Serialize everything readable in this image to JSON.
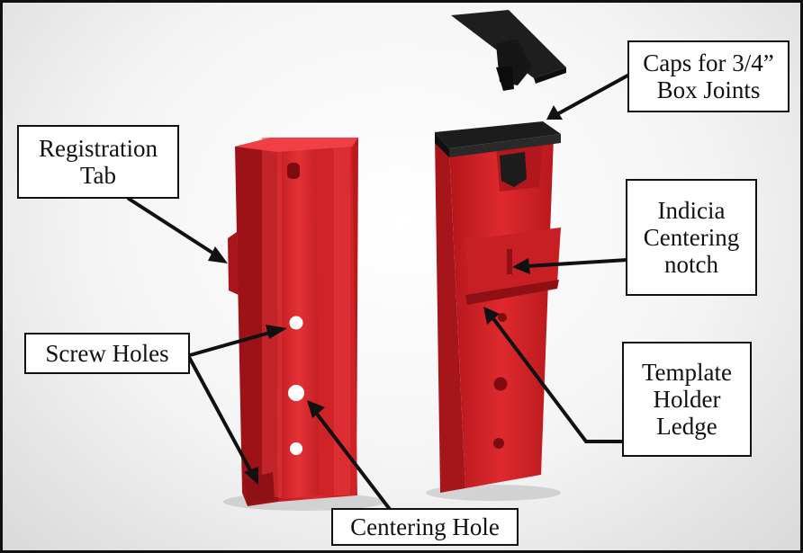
{
  "image": {
    "subject": "Red plastic box-joint jig parts with black end caps",
    "background_color": "#f2f2f2",
    "part_color": "#d8262a",
    "cap_color": "#1c1c1c",
    "border_color": "#111111"
  },
  "labels": {
    "registration_tab": {
      "line1": "Registration",
      "line2": "Tab"
    },
    "screw_holes": {
      "line1": "Screw Holes"
    },
    "centering_hole": {
      "line1": "Centering Hole"
    },
    "caps": {
      "line1": "Caps for 3/4”",
      "line2": "Box Joints"
    },
    "indicia": {
      "line1": "Indicia",
      "line2": "Centering",
      "line3": "notch"
    },
    "template_ledge": {
      "line1": "Template",
      "line2": "Holder",
      "line3": "Ledge"
    }
  }
}
